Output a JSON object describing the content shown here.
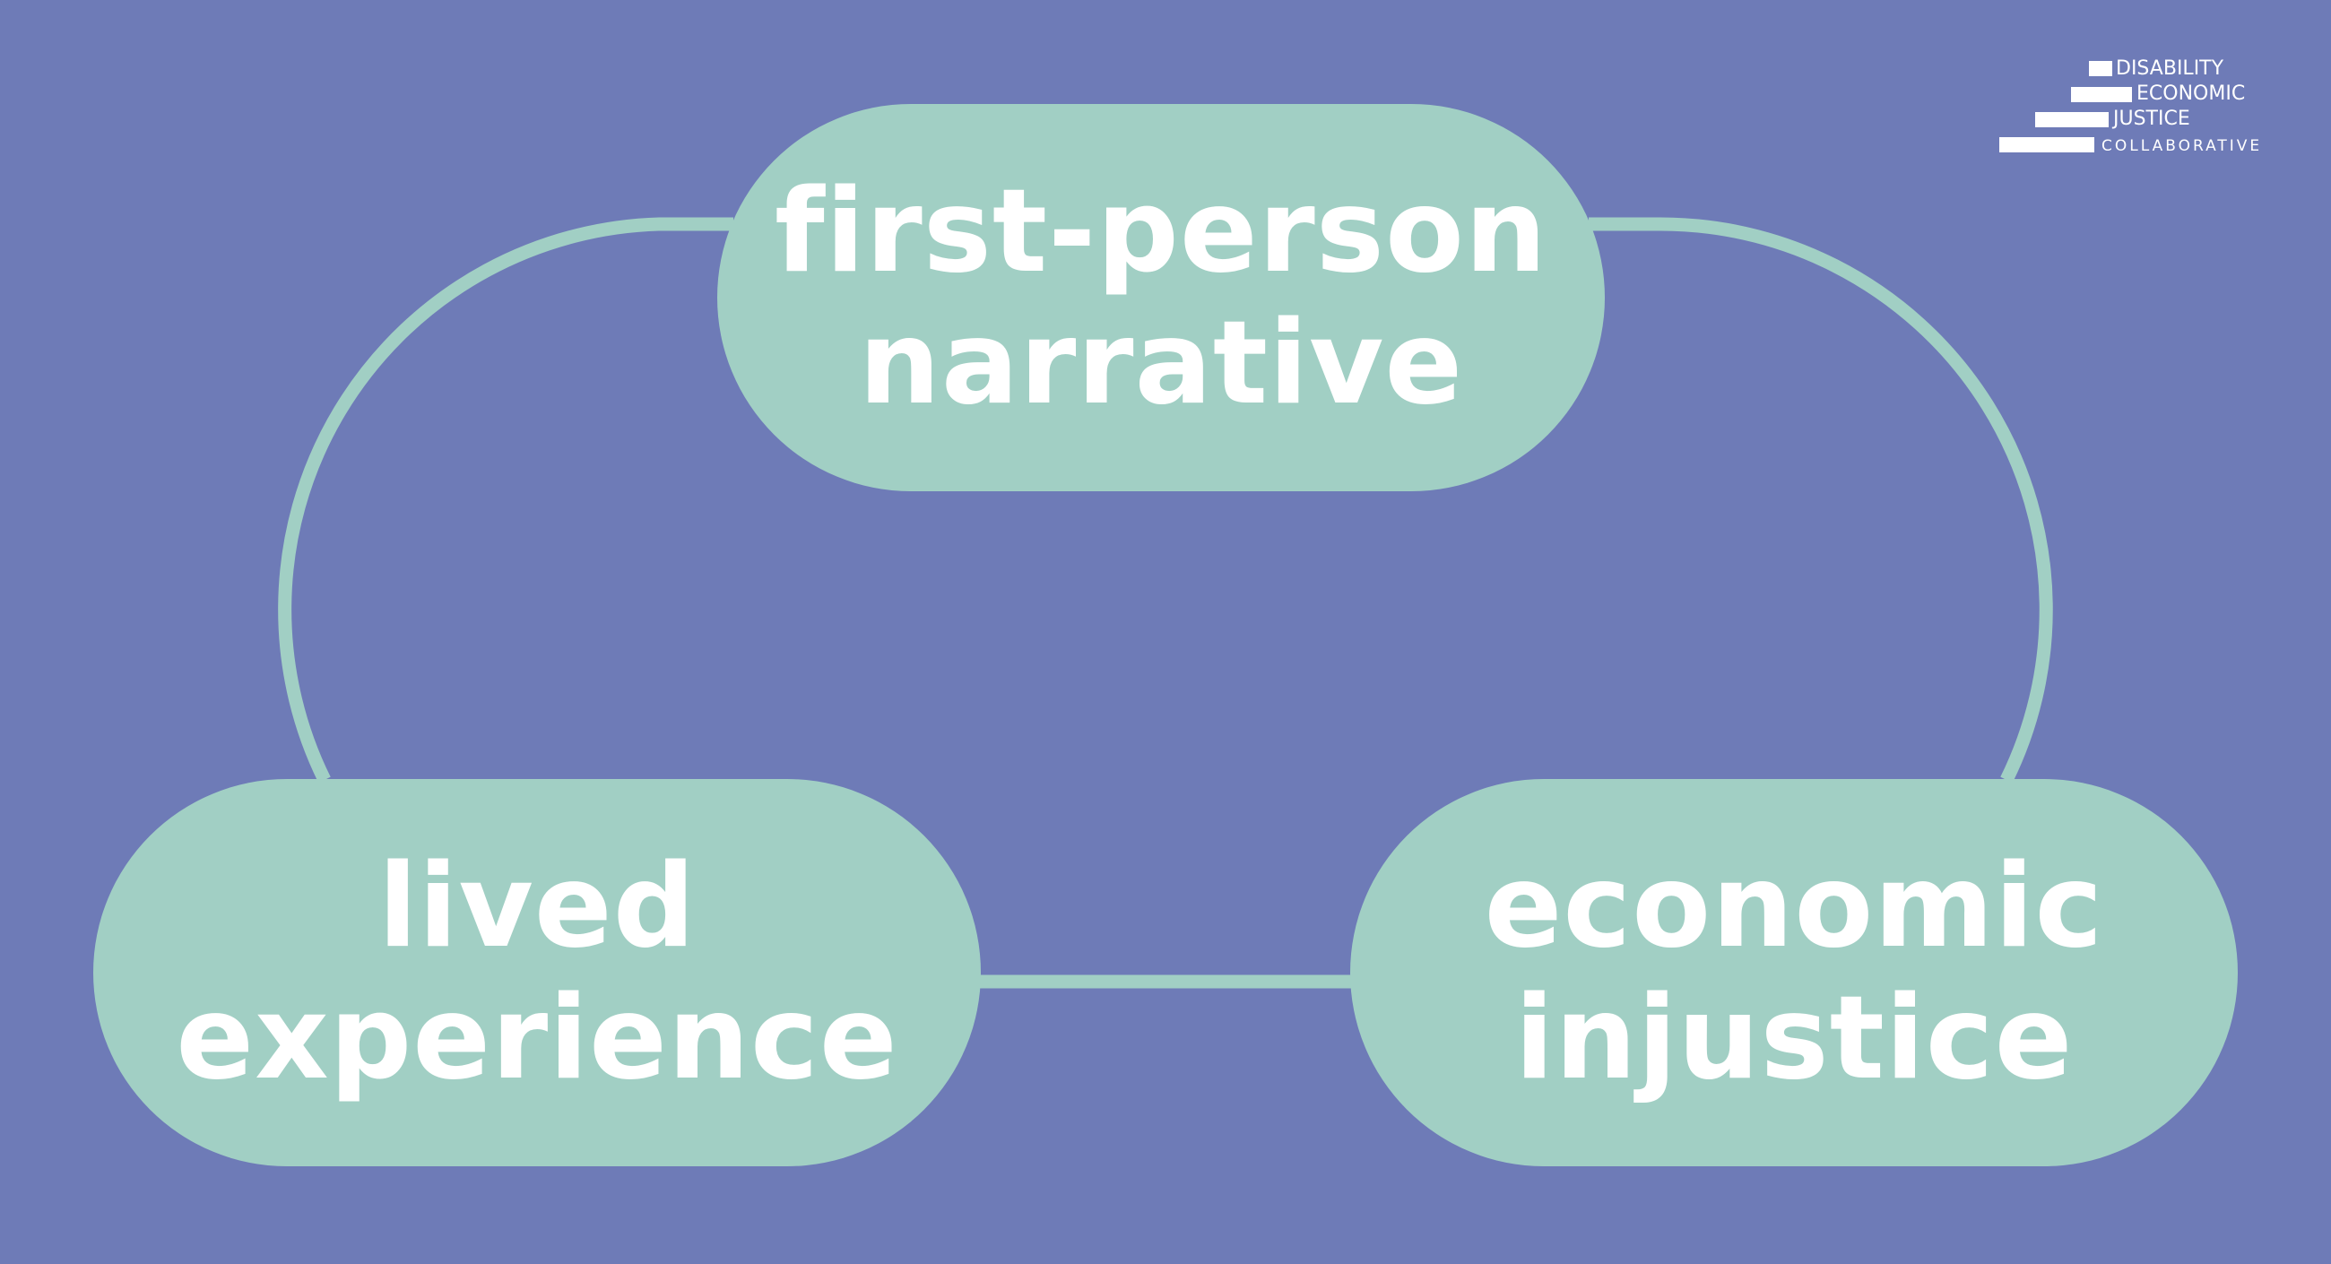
{
  "colors": {
    "background": "#6e7bb7",
    "pill": "#a1cfc4",
    "connector": "#a1cfc4",
    "text": "#ffffff"
  },
  "nodes": {
    "top": {
      "line1": "first-person",
      "line2": "narrative"
    },
    "left": {
      "line1": "lived",
      "line2": "experience"
    },
    "right": {
      "line1": "economic",
      "line2": "injustice"
    }
  },
  "logo": {
    "line1": "DISABILITY",
    "line2": "ECONOMIC",
    "line3": "JUSTICE",
    "line4": "COLLABORATIVE"
  }
}
